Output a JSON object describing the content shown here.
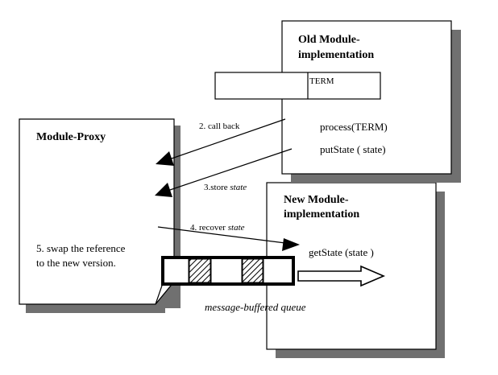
{
  "old_module": {
    "title_line1": "Old Module-",
    "title_line2": "implementation",
    "method_process": "process(TERM)",
    "method_putstate": "putState ( state)"
  },
  "term_box": {
    "label": "TERM"
  },
  "module_proxy": {
    "title": "Module-Proxy",
    "swap_line1": "5.  swap  the  reference",
    "swap_line2": "to the new version."
  },
  "new_module": {
    "title_line1": "New Module-",
    "title_line2": "implementation",
    "method_getstate": "getState (state )"
  },
  "arrows": {
    "call_back": "2. call back",
    "store_prefix": "3.store ",
    "store_state": "state",
    "recover_prefix": "4. recover ",
    "recover_state": "state"
  },
  "queue": {
    "caption": "message-buffered queue"
  },
  "colors": {
    "shadow": "#707070",
    "stroke": "#000000",
    "background": "#ffffff"
  }
}
